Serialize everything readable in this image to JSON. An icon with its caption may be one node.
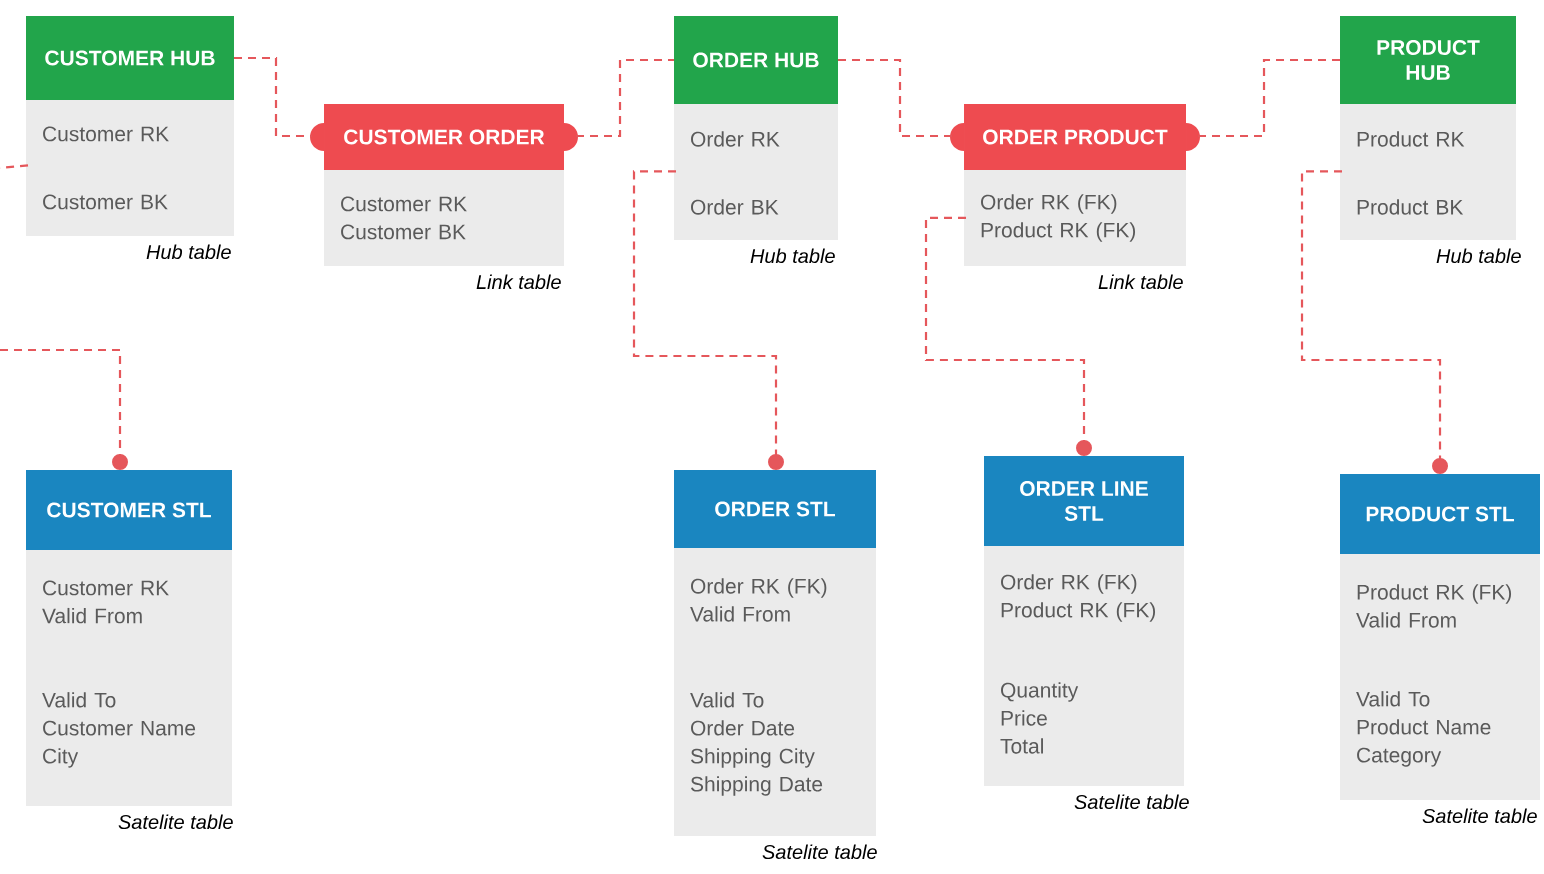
{
  "diagram": {
    "nodes": [
      {
        "text": [
          "CUSTOMER HUB"
        ],
        "beside": [
          "Hub table"
        ]
      },
      {
        "text": [
          "Customer RK"
        ],
        "in": 0
      },
      {
        "text": [
          "Customer BK"
        ],
        "in": 0
      },
      {
        "text": [
          "CUSTOMER ORDER"
        ],
        "beside": [
          "Link table"
        ]
      },
      {
        "text": [
          "Customer RK",
          "Customer BK"
        ],
        "in": 3
      },
      {
        "text": [
          "ORDER HUB"
        ],
        "beside": [
          "Hub table"
        ]
      },
      {
        "text": [
          "Order RK"
        ],
        "in": 5
      },
      {
        "text": [
          "Order BK"
        ],
        "in": 5
      },
      {
        "text": [
          "ORDER PRODUCT"
        ],
        "beside": [
          "Link table"
        ]
      },
      {
        "text": [
          "Order RK (FK)",
          "Product RK (FK)"
        ],
        "in": 8
      },
      {
        "text": [
          "PRODUCT HUB"
        ],
        "beside": [
          "Hub table"
        ]
      },
      {
        "text": [
          "Product RK"
        ],
        "in": 10
      },
      {
        "text": [
          "Product BK"
        ],
        "in": 10
      },
      {
        "text": [
          "CUSTOMER STL"
        ],
        "beside": [
          "Satelite table"
        ]
      },
      {
        "text": [
          "Customer RK",
          "Valid From"
        ],
        "in": 13
      },
      {
        "text": [
          "Valid To",
          "Customer Name",
          "City"
        ],
        "in": 13
      },
      {
        "text": [
          "ORDER STL"
        ],
        "beside": [
          "Satelite table"
        ]
      },
      {
        "text": [
          "Order RK (FK)",
          "Valid From"
        ],
        "in": 16
      },
      {
        "text": [
          "Valid To",
          "Order Date",
          "Shipping City",
          "Shipping Date"
        ],
        "in": 16
      },
      {
        "text": [
          "ORDER LINE STL"
        ],
        "beside": [
          "Satelite table"
        ]
      },
      {
        "text": [
          "Order RK (FK)",
          "Product RK (FK)"
        ],
        "in": 19
      },
      {
        "text": [
          "Quantity",
          "Price",
          "Total"
        ],
        "in": 19
      },
      {
        "text": [
          "PRODUCT STL"
        ],
        "beside": [
          "Satelite table"
        ]
      },
      {
        "text": [
          "Product RK (FK)",
          "Valid From"
        ],
        "in": 22
      },
      {
        "text": [
          "Valid To",
          "Product Name",
          "Category"
        ],
        "in": 22
      }
    ],
    "edges": [
      {
        "from": 0,
        "to": 3,
        "arrow": "none",
        "style": "dashed"
      },
      {
        "from": 3,
        "to": 5,
        "arrow": "none",
        "style": "dashed"
      },
      {
        "from": 5,
        "to": 8,
        "arrow": "none",
        "style": "dashed"
      },
      {
        "from": 8,
        "to": 10,
        "arrow": "none",
        "style": "dashed"
      },
      {
        "from": 1,
        "to": null,
        "arrow": "none",
        "style": "dashed"
      },
      {
        "from": null,
        "to": 13,
        "arrow": "other",
        "style": "dashed"
      },
      {
        "from": 6,
        "to": 16,
        "arrow": "other",
        "style": "dashed"
      },
      {
        "from": 9,
        "to": 19,
        "arrow": "other",
        "style": "dashed"
      },
      {
        "from": 11,
        "to": 22,
        "arrow": "other",
        "style": "dashed"
      }
    ]
  }
}
